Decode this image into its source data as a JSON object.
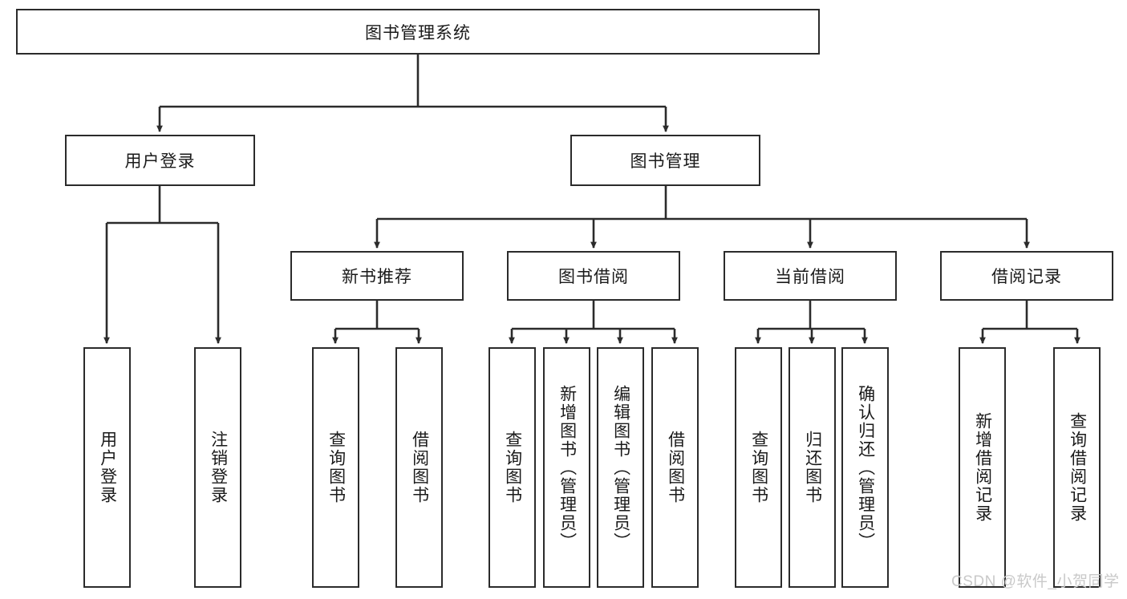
{
  "diagram": {
    "title_node": {
      "label": "图书管理系统"
    },
    "level1": [
      {
        "label": "用户登录"
      },
      {
        "label": "图书管理"
      }
    ],
    "level2": [
      {
        "label": "新书推荐"
      },
      {
        "label": "图书借阅"
      },
      {
        "label": "当前借阅"
      },
      {
        "label": "借阅记录"
      }
    ],
    "leaves": [
      {
        "label": "用户登录"
      },
      {
        "label": "注销登录"
      },
      {
        "label": "查询图书"
      },
      {
        "label": "借阅图书"
      },
      {
        "label": "查询图书"
      },
      {
        "label": "新增图书（管理员）"
      },
      {
        "label": "编辑图书（管理员）"
      },
      {
        "label": "借阅图书"
      },
      {
        "label": "查询图书"
      },
      {
        "label": "归还图书"
      },
      {
        "label": "确认归还（管理员）"
      },
      {
        "label": "新增借阅记录"
      },
      {
        "label": "查询借阅记录"
      }
    ],
    "watermark": "CSDN @软件_小贺同学",
    "colors": {
      "stroke": "#2b2b2b",
      "fill": "#ffffff",
      "text": "#1a1a1a",
      "watermark": "#c9c9c9"
    }
  }
}
